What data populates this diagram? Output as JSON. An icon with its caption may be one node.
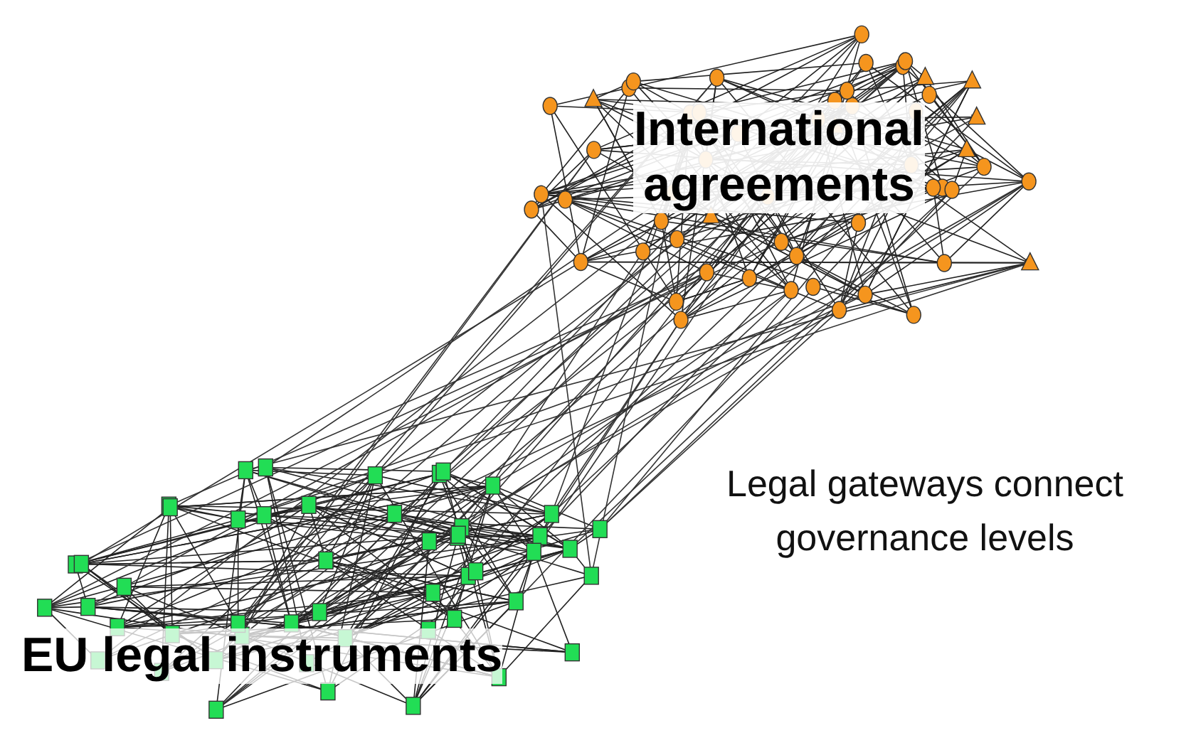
{
  "diagram": {
    "labels": [
      "International agreements",
      "EU legal instruments",
      "Legal gateways connect governance levels"
    ]
  }
}
